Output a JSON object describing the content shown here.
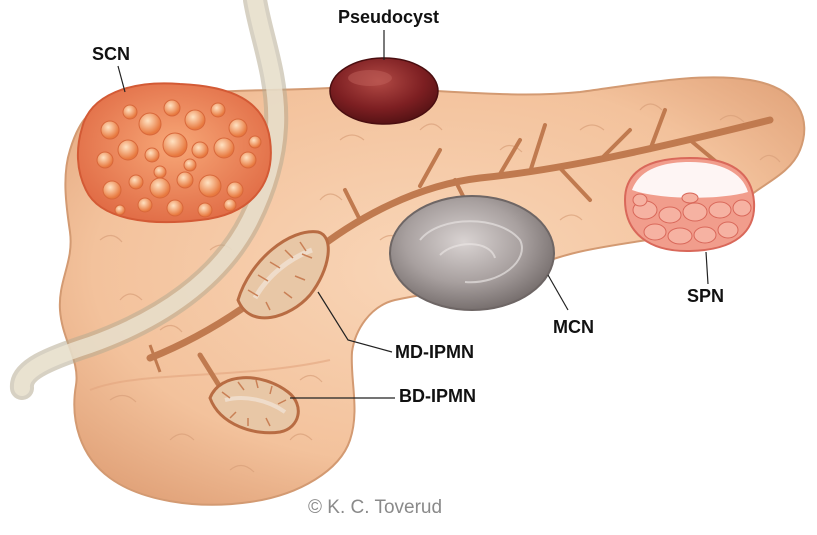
{
  "labels": {
    "scn": "SCN",
    "pseudocyst": "Pseudocyst",
    "spn": "SPN",
    "mcn": "MCN",
    "md_ipmn": "MD-IPMN",
    "bd_ipmn": "BD-IPMN"
  },
  "credit": "© K. C. Toverud",
  "colors": {
    "pancreas": "#f5c6a3",
    "pancreas_shadow": "#e0a57e",
    "duct": "#c07a4f",
    "scn": "#ee8a5c",
    "pseudocyst": "#7d1f22",
    "mcn": "#a29b9a",
    "spn": "#f19d8c",
    "ipmn": "#c98056",
    "tube": "#e7ddc7"
  }
}
